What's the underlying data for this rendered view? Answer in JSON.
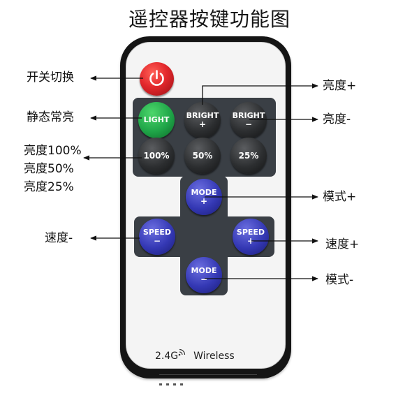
{
  "title": "遥控器按键功能图",
  "remote": {
    "brand_text": "2.4G",
    "wireless_text": "Wireless",
    "buttons": {
      "light_label": "LIGHT",
      "bright_label": "BRIGHT",
      "bright_plus_sign": "+",
      "bright_minus_sign": "−",
      "p100_label": "100%",
      "p50_label": "50%",
      "p25_label": "25%",
      "mode_label": "MODE",
      "mode_plus_sign": "+",
      "mode_minus_sign": "−",
      "speed_label": "SPEED",
      "speed_plus_sign": "+",
      "speed_minus_sign": "−"
    },
    "colors": {
      "power": "#e3282c",
      "light": "#1fa548",
      "bright_and_percent": "#2c2e30",
      "mode_and_speed": "#3438b4",
      "panel": "#3a3f45"
    }
  },
  "callouts": {
    "power": "开关切换",
    "bright_plus": "亮度+",
    "light": "静态常亮",
    "bright_minus": "亮度-",
    "brightness_100": "亮度100%",
    "brightness_50": "亮度50%",
    "brightness_25": "亮度25%",
    "mode_plus": "模式+",
    "speed_minus": "速度-",
    "speed_plus": "速度+",
    "mode_minus": "模式-"
  }
}
